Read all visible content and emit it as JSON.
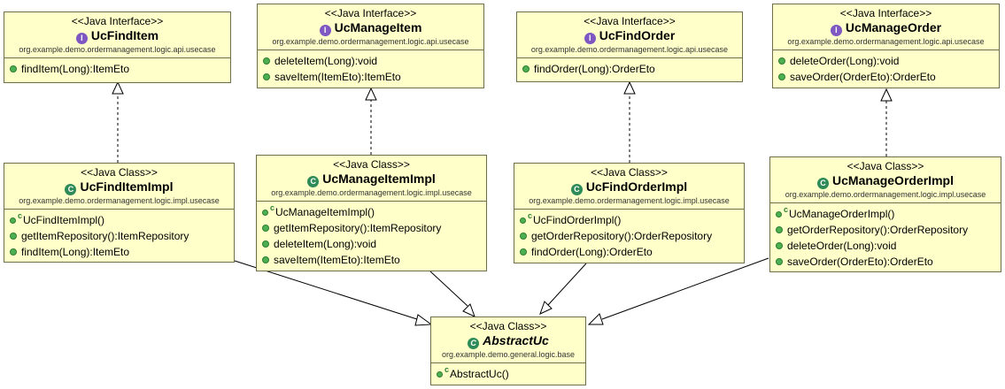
{
  "interfaces": [
    {
      "stereotype": "<<Java Interface>>",
      "name": "UcFindItem",
      "package": "org.example.demo.ordermanagement.logic.api.usecase",
      "methods": [
        "findItem(Long):ItemEto"
      ]
    },
    {
      "stereotype": "<<Java Interface>>",
      "name": "UcManageItem",
      "package": "org.example.demo.ordermanagement.logic.api.usecase",
      "methods": [
        "deleteItem(Long):void",
        "saveItem(ItemEto):ItemEto"
      ]
    },
    {
      "stereotype": "<<Java Interface>>",
      "name": "UcFindOrder",
      "package": "org.example.demo.ordermanagement.logic.api.usecase",
      "methods": [
        "findOrder(Long):OrderEto"
      ]
    },
    {
      "stereotype": "<<Java Interface>>",
      "name": "UcManageOrder",
      "package": "org.example.demo.ordermanagement.logic.api.usecase",
      "methods": [
        "deleteOrder(Long):void",
        "saveOrder(OrderEto):OrderEto"
      ]
    }
  ],
  "classes": [
    {
      "stereotype": "<<Java Class>>",
      "name": "UcFindItemImpl",
      "package": "org.example.demo.ordermanagement.logic.impl.usecase",
      "constructor": "UcFindItemImpl()",
      "methods": [
        "getItemRepository():ItemRepository",
        "findItem(Long):ItemEto"
      ]
    },
    {
      "stereotype": "<<Java Class>>",
      "name": "UcManageItemImpl",
      "package": "org.example.demo.ordermanagement.logic.impl.usecase",
      "constructor": "UcManageItemImpl()",
      "methods": [
        "getItemRepository():ItemRepository",
        "deleteItem(Long):void",
        "saveItem(ItemEto):ItemEto"
      ]
    },
    {
      "stereotype": "<<Java Class>>",
      "name": "UcFindOrderImpl",
      "package": "org.example.demo.ordermanagement.logic.impl.usecase",
      "constructor": "UcFindOrderImpl()",
      "methods": [
        "getOrderRepository():OrderRepository",
        "findOrder(Long):OrderEto"
      ]
    },
    {
      "stereotype": "<<Java Class>>",
      "name": "UcManageOrderImpl",
      "package": "org.example.demo.ordermanagement.logic.impl.usecase",
      "constructor": "UcManageOrderImpl()",
      "methods": [
        "getOrderRepository():OrderRepository",
        "deleteOrder(Long):void",
        "saveOrder(OrderEto):OrderEto"
      ]
    }
  ],
  "base": {
    "stereotype": "<<Java Class>>",
    "name": "AbstractUc",
    "package": "org.example.demo.general.logic.base",
    "constructor": "AbstractUc()"
  },
  "colors": {
    "box_fill": "#ffffca",
    "box_border": "#6e6e4a",
    "interface_icon": "#7e57c2",
    "class_icon": "#2e8b57",
    "method_dot": "#4caf50"
  },
  "icons": {
    "interface": "interface-icon",
    "class": "class-icon",
    "abstract_class": "abstract-class-icon",
    "method": "public-method-icon",
    "constructor": "constructor-icon"
  }
}
